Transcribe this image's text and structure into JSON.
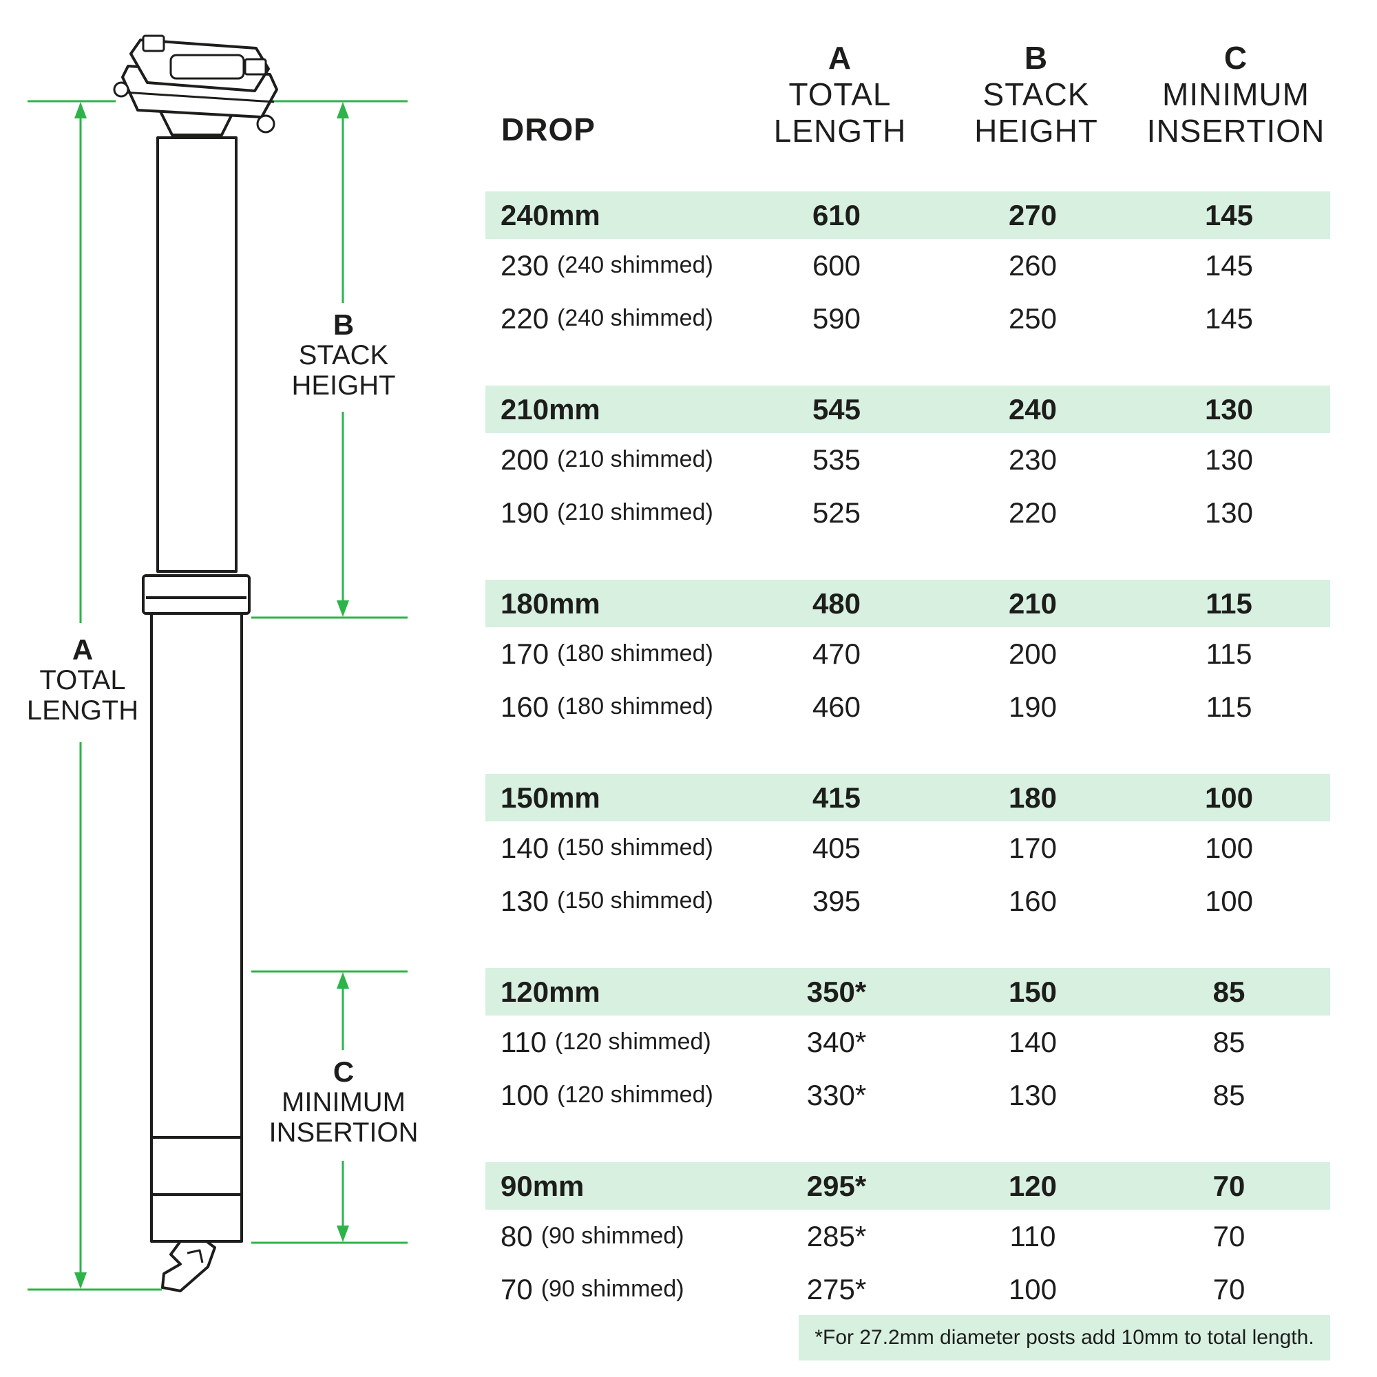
{
  "dimensions": {
    "a": {
      "letter": "A",
      "line1": "TOTAL",
      "line2": "LENGTH"
    },
    "b": {
      "letter": "B",
      "line1": "STACK",
      "line2": "HEIGHT"
    },
    "c": {
      "letter": "C",
      "line1": "MINIMUM",
      "line2": "INSERTION"
    }
  },
  "headers": {
    "drop": "DROP",
    "a": {
      "letter": "A",
      "line1": "TOTAL",
      "line2": "LENGTH"
    },
    "b": {
      "letter": "B",
      "line1": "STACK",
      "line2": "HEIGHT"
    },
    "c": {
      "letter": "C",
      "line1": "MINIMUM",
      "line2": "INSERTION"
    }
  },
  "groups": [
    {
      "head": {
        "drop": "240mm",
        "a": "610",
        "b": "270",
        "c": "145"
      },
      "rows": [
        {
          "drop": "230",
          "shim": "(240 shimmed)",
          "a": "600",
          "b": "260",
          "c": "145"
        },
        {
          "drop": "220",
          "shim": "(240 shimmed)",
          "a": "590",
          "b": "250",
          "c": "145"
        }
      ]
    },
    {
      "head": {
        "drop": "210mm",
        "a": "545",
        "b": "240",
        "c": "130"
      },
      "rows": [
        {
          "drop": "200",
          "shim": "(210 shimmed)",
          "a": "535",
          "b": "230",
          "c": "130"
        },
        {
          "drop": "190",
          "shim": "(210 shimmed)",
          "a": "525",
          "b": "220",
          "c": "130"
        }
      ]
    },
    {
      "head": {
        "drop": "180mm",
        "a": "480",
        "b": "210",
        "c": "115"
      },
      "rows": [
        {
          "drop": "170",
          "shim": "(180 shimmed)",
          "a": "470",
          "b": "200",
          "c": "115"
        },
        {
          "drop": "160",
          "shim": "(180 shimmed)",
          "a": "460",
          "b": "190",
          "c": "115"
        }
      ]
    },
    {
      "head": {
        "drop": "150mm",
        "a": "415",
        "b": "180",
        "c": "100"
      },
      "rows": [
        {
          "drop": "140",
          "shim": "(150 shimmed)",
          "a": "405",
          "b": "170",
          "c": "100"
        },
        {
          "drop": "130",
          "shim": "(150 shimmed)",
          "a": "395",
          "b": "160",
          "c": "100"
        }
      ]
    },
    {
      "head": {
        "drop": "120mm",
        "a": "350*",
        "b": "150",
        "c": "85"
      },
      "rows": [
        {
          "drop": "110",
          "shim": "(120 shimmed)",
          "a": "340*",
          "b": "140",
          "c": "85"
        },
        {
          "drop": "100",
          "shim": "(120 shimmed)",
          "a": "330*",
          "b": "130",
          "c": "85"
        }
      ]
    },
    {
      "head": {
        "drop": "90mm",
        "a": "295*",
        "b": "120",
        "c": "70"
      },
      "rows": [
        {
          "drop": "80",
          "shim": "(90 shimmed)",
          "a": "285*",
          "b": "110",
          "c": "70"
        },
        {
          "drop": "70",
          "shim": "(90 shimmed)",
          "a": "275*",
          "b": "100",
          "c": "70"
        }
      ]
    }
  ],
  "footnote": "*For 27.2mm diameter posts add 10mm to total length.",
  "colors": {
    "accent_green": "#2db34a",
    "row_highlight": "#d7f0e0",
    "ink": "#1d1d1b"
  }
}
